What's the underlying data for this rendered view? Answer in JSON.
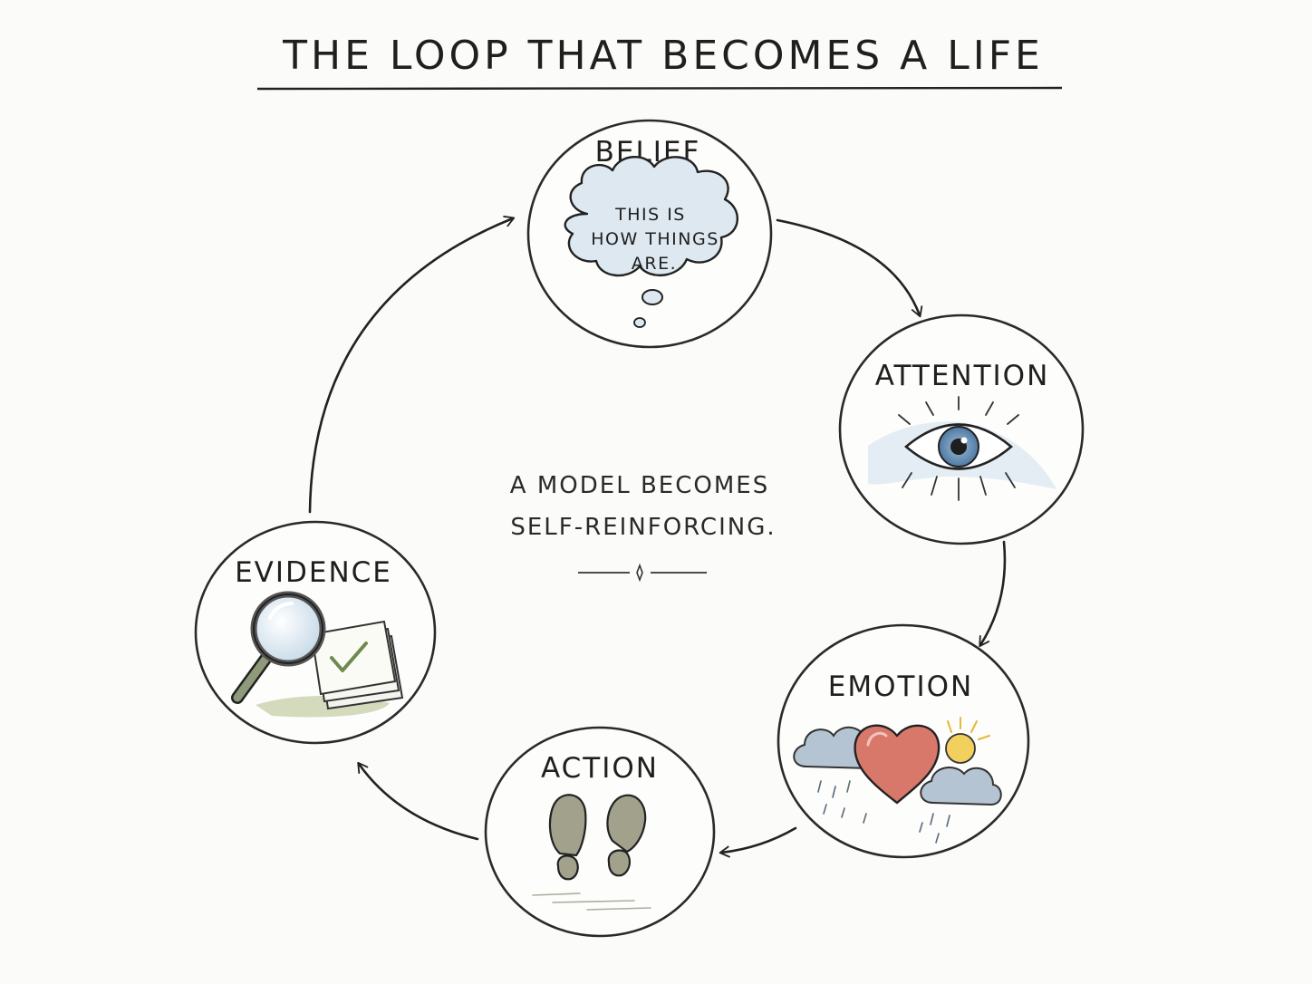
{
  "title": "THE LOOP THAT BECOMES A LIFE",
  "center": {
    "line1": "A MODEL BECOMES",
    "line2": "SELF-REINFORCING."
  },
  "nodes": {
    "belief": {
      "label": "BELIEF",
      "thought_line1": "THIS IS",
      "thought_line2": "HOW THINGS",
      "thought_line3": "ARE.",
      "icon": "thought-cloud-icon"
    },
    "attention": {
      "label": "ATTENTION",
      "icon": "eye-icon"
    },
    "emotion": {
      "label": "EMOTION",
      "icon": "heart-weather-icon"
    },
    "action": {
      "label": "ACTION",
      "icon": "footprints-icon"
    },
    "evidence": {
      "label": "EVIDENCE",
      "icon": "magnifier-documents-icon"
    }
  },
  "colors": {
    "ink": "#222222",
    "cloud": "#d6e3ee",
    "eye_iris": "#6f95b8",
    "heart": "#d77a6d",
    "sun": "#f0cc55",
    "storm_cloud": "#a9b9c8",
    "sole": "#9a9a86",
    "wash_green": "#c7cfae"
  }
}
